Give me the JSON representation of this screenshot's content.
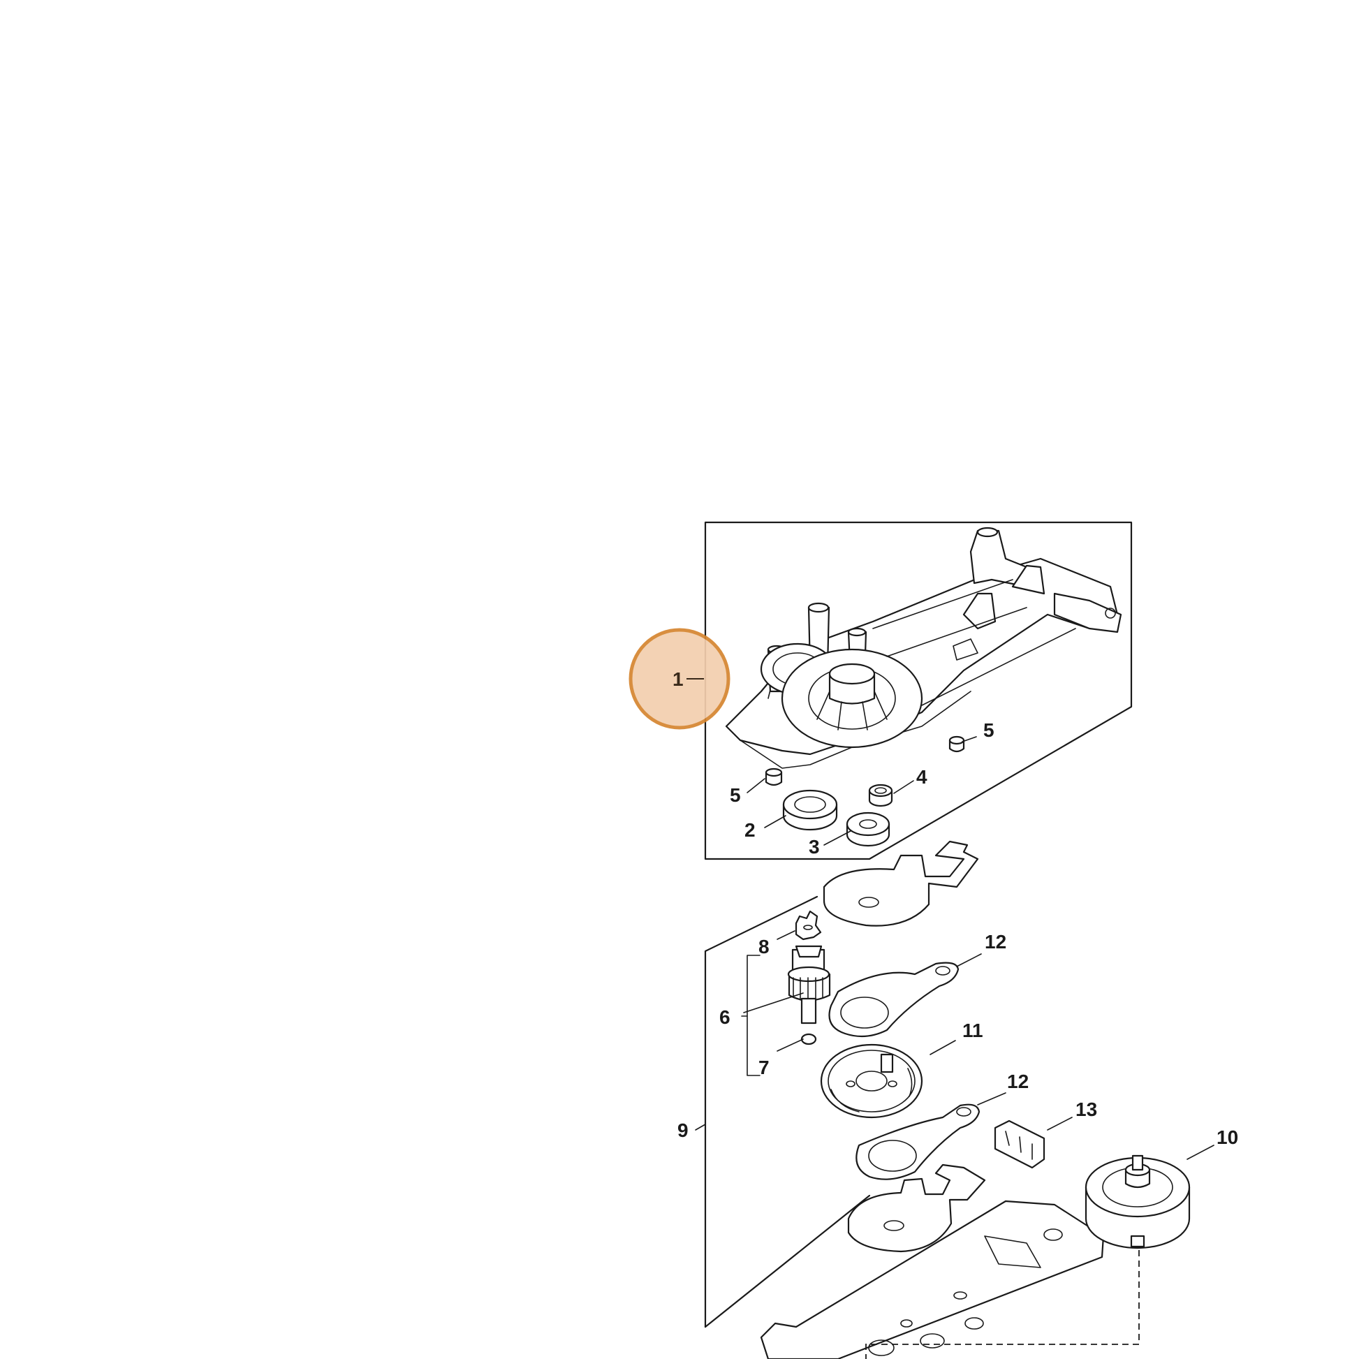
{
  "diagram": {
    "callouts": [
      {
        "id": "c1",
        "label": "1"
      },
      {
        "id": "c2",
        "label": "2"
      },
      {
        "id": "c3",
        "label": "3"
      },
      {
        "id": "c4",
        "label": "4"
      },
      {
        "id": "c5a",
        "label": "5"
      },
      {
        "id": "c5b",
        "label": "5"
      },
      {
        "id": "c6",
        "label": "6"
      },
      {
        "id": "c7",
        "label": "7"
      },
      {
        "id": "c8",
        "label": "8"
      },
      {
        "id": "c9",
        "label": "9"
      },
      {
        "id": "c10",
        "label": "10"
      },
      {
        "id": "c11",
        "label": "11"
      },
      {
        "id": "c12a",
        "label": "12"
      },
      {
        "id": "c12b",
        "label": "12"
      },
      {
        "id": "c13",
        "label": "13"
      }
    ],
    "highlight": {
      "label": "1",
      "fill": "#f3cfae",
      "stroke": "#d5852f"
    }
  }
}
